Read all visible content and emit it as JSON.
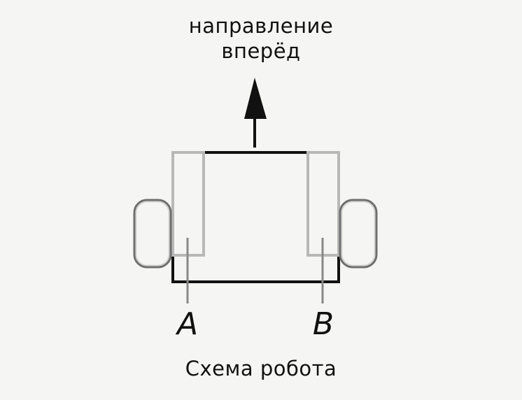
{
  "diagram": {
    "direction_label_line1": "направление",
    "direction_label_line2": "вперёд",
    "motor_a_label": "A",
    "motor_b_label": "B",
    "caption": "Схема робота"
  },
  "colors": {
    "background": "#f5f5f3",
    "frame": "#111111",
    "motor_outline": "#b5b5b5",
    "wheel_outline": "#777777",
    "pointer": "#888888"
  }
}
